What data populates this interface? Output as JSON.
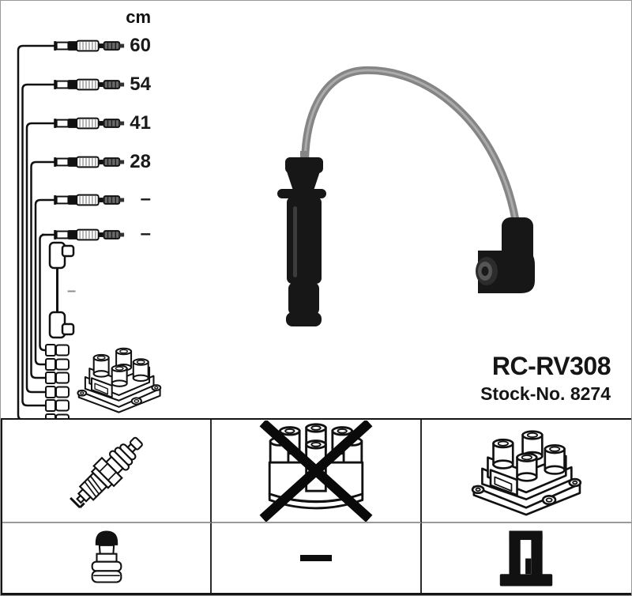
{
  "product": {
    "code": "RC-RV308",
    "stock_no": "Stock-No. 8274"
  },
  "table": {
    "unit_header": "cm",
    "cable_lengths": [
      "60",
      "54",
      "41",
      "28",
      "–",
      "–"
    ],
    "link_cable_length": "–"
  },
  "diagram": {
    "cable_count": 6,
    "connector_count": 6,
    "drawings": [
      "ignition-lead-set",
      "link-cable",
      "ignition-coil-pack"
    ]
  },
  "photo": {
    "subject": "ignition lead with straight boot and 90-degree angled boot"
  },
  "legend": {
    "cells": [
      {
        "icon": "spark-plug-icon",
        "crossed_out": false
      },
      {
        "icon": "distributor-cap-icon",
        "crossed_out": true
      },
      {
        "icon": "ignition-coil-pack-icon",
        "crossed_out": false
      },
      {
        "icon": "plug-terminal-icon",
        "crossed_out": false
      },
      {
        "icon": "dash",
        "value": "–",
        "crossed_out": false
      },
      {
        "icon": "coil-terminal-icon",
        "crossed_out": false
      }
    ]
  },
  "colors": {
    "background": "#ffffff",
    "ink": "#111111",
    "cable_gray": "#8a8a8a",
    "terminal_gray": "#6a6a6a",
    "grid_line": "#151515"
  }
}
